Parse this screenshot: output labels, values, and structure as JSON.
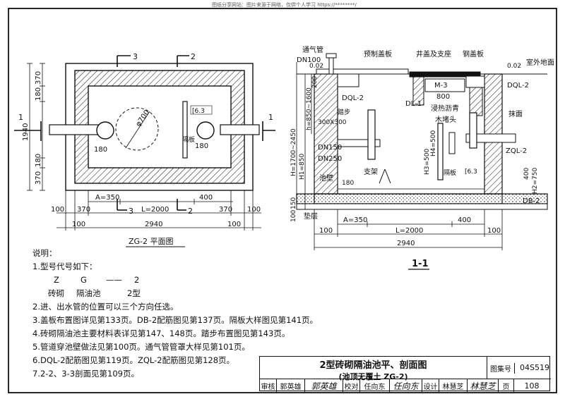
{
  "header_note": "图纸分享网站：图片来源于网络，仅供个人学习 https://********/",
  "plan": {
    "caption": "ZG-2 平面图",
    "section_marks": {
      "s1": "1",
      "s2": "2",
      "s3": "3"
    },
    "dims_left": [
      "370",
      "180",
      "1940",
      "180",
      "370"
    ],
    "dims_bottom_1": [
      "A=350",
      "400"
    ],
    "dims_bottom_2": [
      "100",
      "370",
      "L=2000",
      "370",
      "100"
    ],
    "dims_bottom_3": [
      "100",
      "2940",
      "100"
    ],
    "labels": {
      "dia": "φ700",
      "left180": "180",
      "right180": "180",
      "c": "[6.3",
      "plate": "隔板"
    }
  },
  "section": {
    "caption": "1-1",
    "labels": {
      "vent": "通气管",
      "dn100": "DN100",
      "precast": "预制盖板",
      "well": "井盖及支座",
      "steel": "钢盖板",
      "outdoor": "室外地面",
      "m3": "M-3",
      "m3val": "800",
      "dql2a": "DQL-2",
      "dql2b": "DQL-2",
      "dl1": "DL-1",
      "asphalt": "浸热沥青",
      "woodplug": "木堵头",
      "plaster": "抹面",
      "zql2": "ZQL-2",
      "step": "踏步",
      "opening": "300X300",
      "dn150": "DN150",
      "dn250": "DN250",
      "poolwall": "池壁",
      "support": "支架",
      "partition": "隔板",
      "c63": "[6.3",
      "db2": "DB-2",
      "cushion": "垫层",
      "v002a": "0.02",
      "v002b": "0.02",
      "h_range": "h=850~1600",
      "H_range": "H=1700~2450",
      "H1": "H1=850",
      "h4": "H4=500",
      "h3": "H3=500",
      "H2": "H2=750",
      "d200": "200",
      "d180": "180",
      "d400": "400",
      "d100": "100",
      "d150": "150",
      "bot1": [
        "A=350",
        "400"
      ],
      "bot2": [
        "100",
        "L=2000",
        "100"
      ],
      "bot3": "2940"
    }
  },
  "notes": {
    "title": "说明：",
    "n1": "1.型号代号如下：",
    "code": [
      "Z",
      "G",
      "——",
      "2"
    ],
    "codedesc": [
      "砖砌",
      "隔油池",
      "2型"
    ],
    "n2": "2.进、出水管的位置可以三个方向任选。",
    "n3": "3.盖板布置图详见第133页。DB-2配筋图见第137页。隔板大样图见第141页。",
    "n4": "4.砖砌隔油池主要材料表详见第147、148页。踏步布置图见第143页。",
    "n5": "5.管道穿池壁做法见第100页。通气管管罩大样见第101页。",
    "n6": "6.DQL-2配筋图见第119页。ZQL-2配筋图见第128页。",
    "n7": "7.2-2、3-3剖面见第109页。"
  },
  "titleblock": {
    "title": "2型砖砌隔油池平、剖面图",
    "subtitle": "(池顶无覆土 ZG-2)",
    "atlas_label": "图集号",
    "atlas_no": "04S519",
    "review": "审核",
    "reviewer": "郭英雄",
    "check": "校对",
    "checker": "任向东",
    "design": "设计",
    "designer": "林慧芝",
    "page_label": "页",
    "page_no": "108",
    "sig1": "郭英雄",
    "sig2": "任向东",
    "sig3": "林慧芝"
  }
}
